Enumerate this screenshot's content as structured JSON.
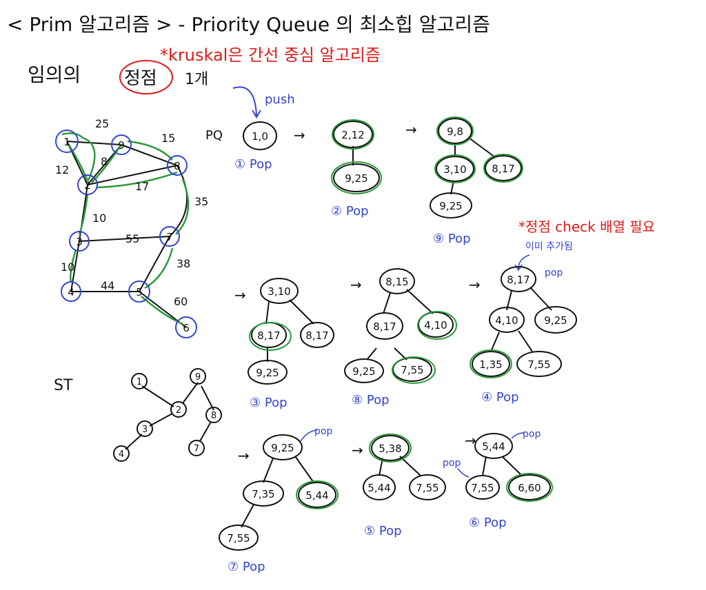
{
  "header": {
    "title": "< Prim 알고리즘 > - Priority Queue 의 최소힙 알고리즘",
    "line2": "임의의",
    "line2_circled": "정점",
    "line2_count": "1개",
    "kruskal_note": "*kruskal은 간선 중심 알고리즘",
    "push_label": "push",
    "pq_label": "PQ"
  },
  "graph": {
    "nodes": [
      "1",
      "9",
      "8",
      "2",
      "3",
      "7",
      "4",
      "5",
      "6"
    ],
    "edges": [
      "25",
      "15",
      "12",
      "8",
      "17",
      "35",
      "10",
      "55",
      "10",
      "44",
      "38",
      "60"
    ]
  },
  "heaps": {
    "h1": {
      "nodes": [
        "1,0"
      ],
      "caption": "① Pop"
    },
    "h2": {
      "nodes": [
        "2,12",
        "9,25"
      ],
      "caption": "② Pop"
    },
    "h3": {
      "nodes": [
        "9,8",
        "3,10",
        "8,17",
        "9,25"
      ],
      "caption": "⑨ Pop"
    },
    "h4": {
      "nodes": [
        "3,10",
        "8,17",
        "8,17",
        "9,25"
      ],
      "caption": "③ Pop"
    },
    "h5": {
      "nodes": [
        "8,15",
        "8,17",
        "4,10",
        "9,25",
        "7,55"
      ],
      "caption": "⑧ Pop"
    },
    "h6": {
      "nodes": [
        "8,17",
        "4,10",
        "9,25",
        "1,35",
        "7,55"
      ],
      "caption": "④ Pop"
    },
    "h7": {
      "nodes": [
        "9,25",
        "7,35",
        "5,44",
        "7,55"
      ],
      "caption": "⑦ Pop",
      "pop_arrow": "pop"
    },
    "h8": {
      "nodes": [
        "5,38",
        "5,44",
        "7,55"
      ],
      "caption": "⑤ Pop"
    },
    "h9": {
      "nodes": [
        "5,44",
        "7,55",
        "6,60"
      ],
      "caption": "⑥ Pop",
      "pop_arrow": "pop",
      "pop_side": "pop"
    }
  },
  "notes": {
    "check_note": "*정점 check 배열 필요",
    "already_added": "이미 추가됨",
    "already_pop": "pop"
  },
  "spanning_tree": {
    "label": "ST",
    "nodes": [
      "1",
      "9",
      "2",
      "8",
      "3",
      "7",
      "4"
    ]
  },
  "colors": {
    "ink": "#111111",
    "green": "#2a9a3a",
    "blue": "#3344cc",
    "red": "#e01818"
  }
}
